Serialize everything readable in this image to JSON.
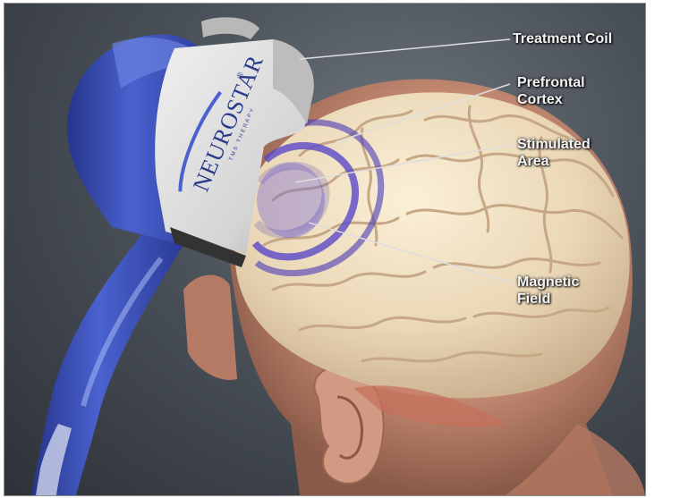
{
  "brand": {
    "logo_text": "NEUROSTAR",
    "registered_mark": "®",
    "tagline": "TMS THERAPY"
  },
  "callouts": {
    "treatment_coil": "Treatment Coil",
    "prefrontal_line1": "Prefrontal",
    "prefrontal_line2": "Cortex",
    "stimulated_line1": "Stimulated",
    "stimulated_line2": "Area",
    "magnetic_line1": "Magnetic",
    "magnetic_line2": "Field"
  },
  "colors": {
    "background": "#4b5159",
    "coil_blue": "#3b50b5",
    "coil_housing": "#d8d8d8",
    "brain": "#ecdcc0",
    "skin": "#c89078",
    "field_purple": "#5a48c8",
    "callout_text": "#f4f4f4"
  }
}
